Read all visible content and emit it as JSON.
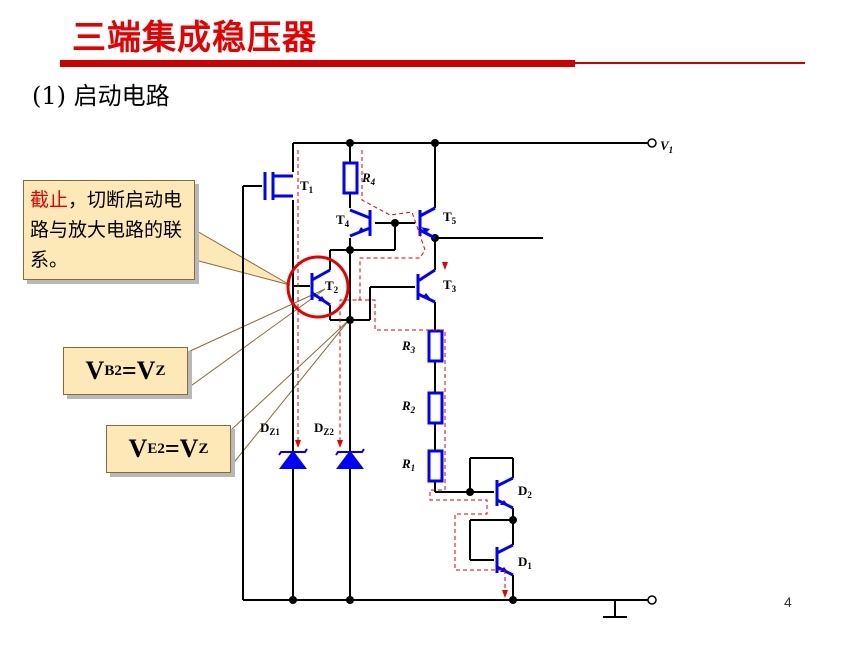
{
  "title": "三端集成稳压器",
  "subtitle": "(1) 启动电路",
  "callout_cutoff": {
    "highlight": "截止",
    "rest": "，切断启动电路与放大电路的联系。"
  },
  "eq1": {
    "lhs": "V",
    "lhs_sub": "B2",
    "eq": "=V",
    "rhs_sub": "Z"
  },
  "eq2": {
    "lhs": "V",
    "lhs_sub": "E2",
    "eq": "=V",
    "rhs_sub": "Z"
  },
  "labels": {
    "v1": "V",
    "v1_sub": "1",
    "t1": "T",
    "t1_sub": "1",
    "t2": "T",
    "t2_sub": "2",
    "t3": "T",
    "t3_sub": "3",
    "t4": "T",
    "t4_sub": "4",
    "t5": "T",
    "t5_sub": "5",
    "r1": "R",
    "r1_sub": "1",
    "r2": "R",
    "r2_sub": "2",
    "r3": "R",
    "r3_sub": "3",
    "r4": "R",
    "r4_sub": "4",
    "dz1": "D",
    "dz1_sub": "Z1",
    "dz2": "D",
    "dz2_sub": "Z2",
    "d1": "D",
    "d1_sub": "1",
    "d2": "D",
    "d2_sub": "2"
  },
  "page_number": "4",
  "colors": {
    "title": "#e60000",
    "component": "#0000ff",
    "wire": "#000000",
    "path": "#e60000",
    "callout_bg": "#fde8b8"
  }
}
